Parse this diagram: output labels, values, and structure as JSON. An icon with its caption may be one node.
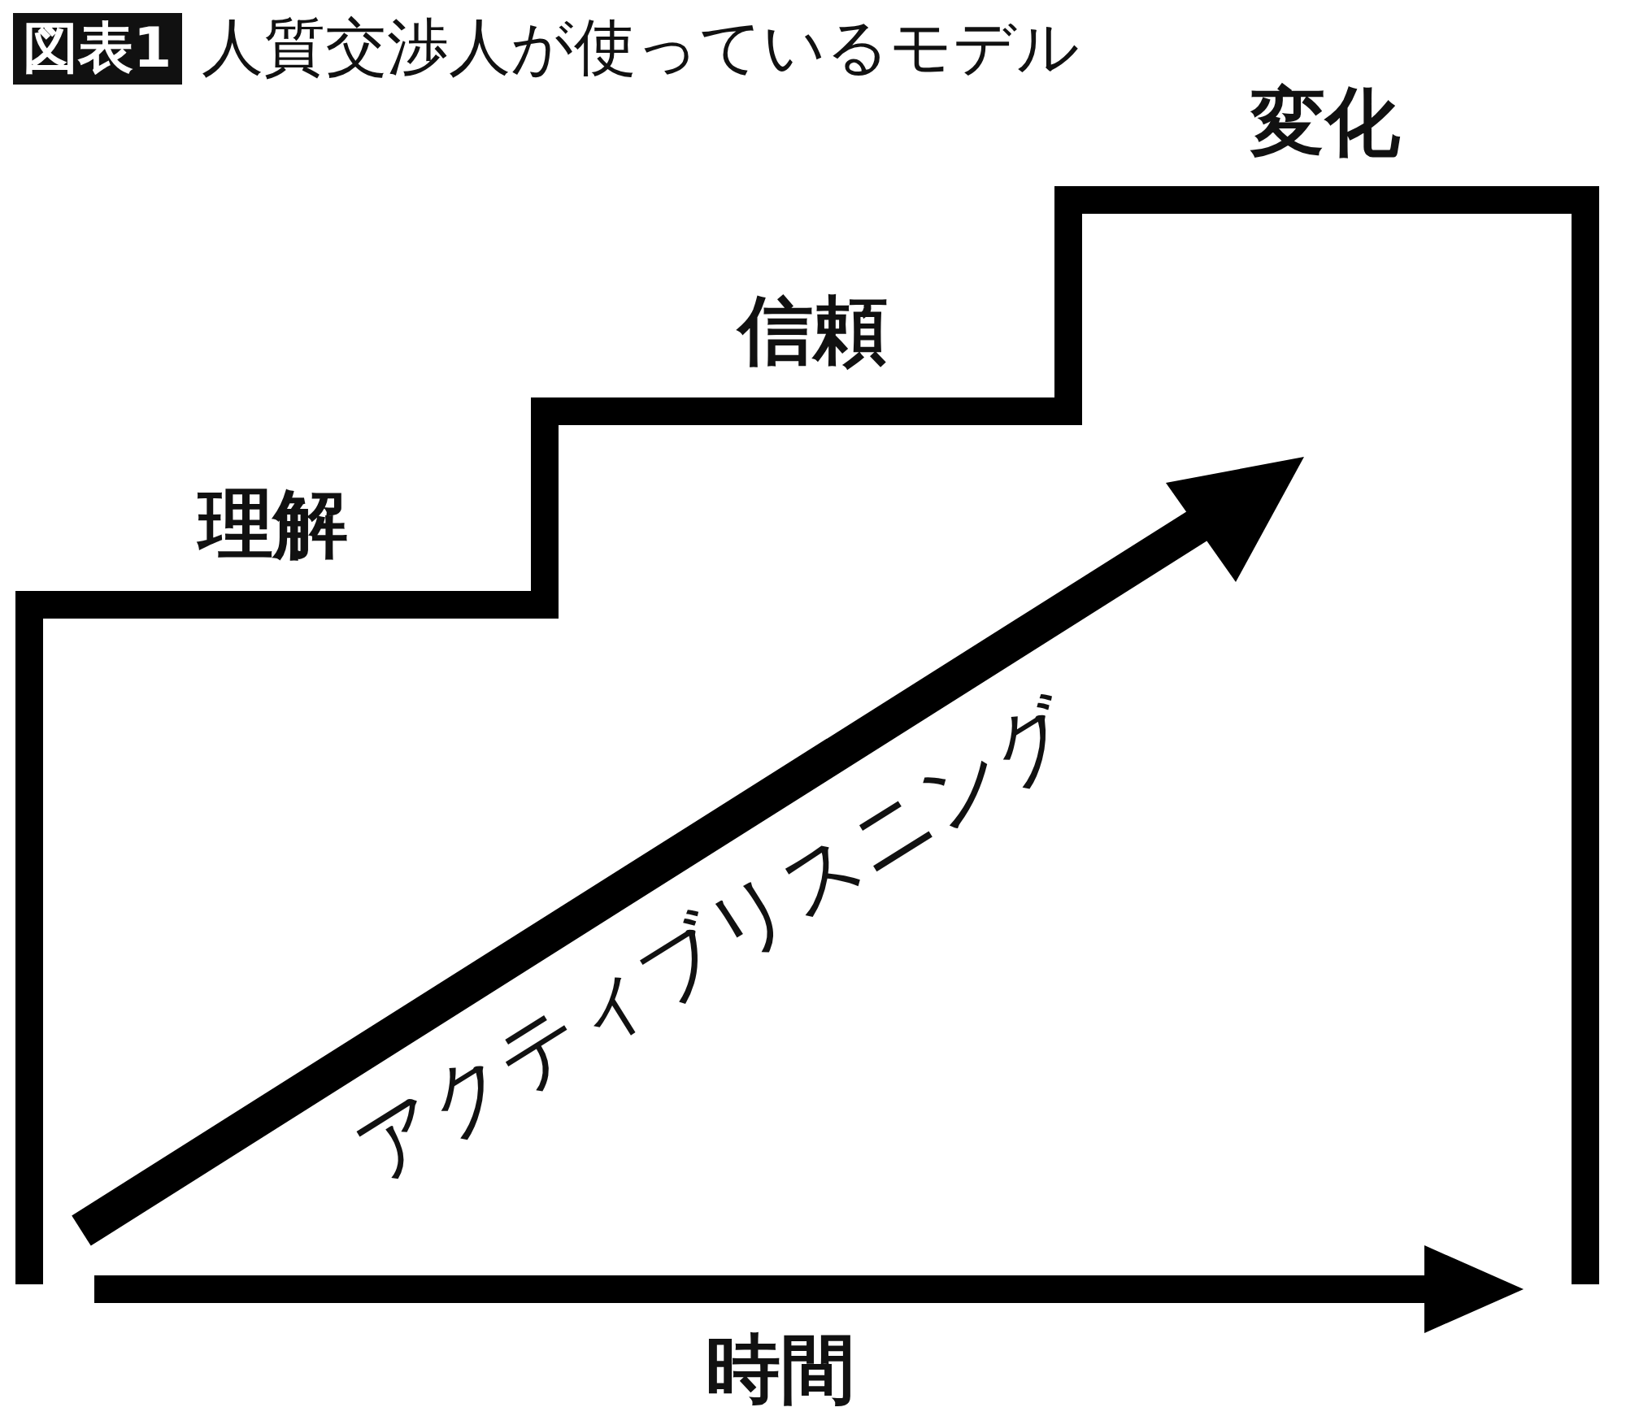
{
  "diagram": {
    "title": "人質交渉人が使っているモデル",
    "labels": [
      "図表1",
      "変化",
      "信頼",
      "理解",
      "アクティブリスニング",
      "時間"
    ]
  }
}
